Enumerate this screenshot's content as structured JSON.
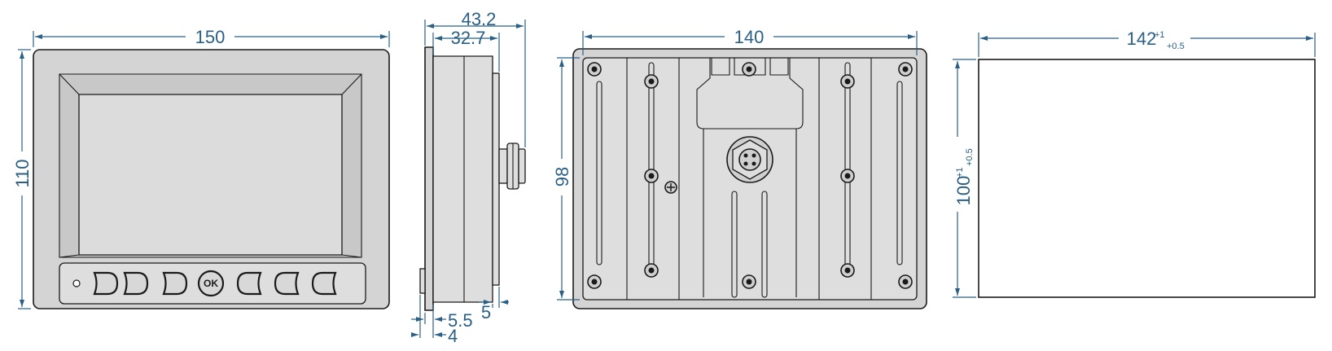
{
  "views": {
    "front": {
      "dim_width": "150",
      "dim_height": "110",
      "ok_key_label": "OK"
    },
    "side": {
      "dim_overall_depth": "43.2",
      "dim_body_depth": "32.7",
      "dim_bezel": "5.5",
      "dim_flange": "4",
      "dim_rear_step": "5"
    },
    "rear": {
      "dim_width": "140",
      "dim_height": "98"
    },
    "cutout": {
      "dim_width": "142",
      "dim_width_tol_upper": "+1",
      "dim_width_tol_lower": "+0.5",
      "dim_height": "100",
      "dim_height_tol_upper": "+1",
      "dim_height_tol_lower": "+0.5"
    }
  },
  "colors": {
    "dimension": "#2a5f86",
    "outline": "#1a1a1a",
    "panel_fill": "#d4d4d4"
  }
}
